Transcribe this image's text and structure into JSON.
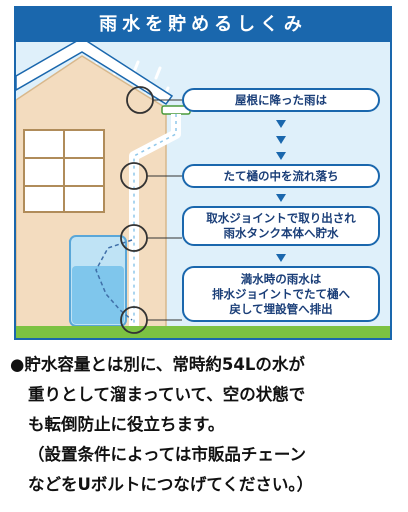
{
  "title": "雨水を貯めるしくみ",
  "steps": [
    "屋根に降った雨は",
    "たて樋の中を流れ落ち",
    "取水ジョイントで取り出され\n雨水タンク本体へ貯水",
    "満水時の雨水は\n排水ジョイントでたて樋へ\n戻して埋設管へ排出"
  ],
  "note": {
    "bullet": "●",
    "lines": [
      "貯水容量とは別に、常時約54Lの水が",
      "重りとして溜まっていて、空の状態で",
      "も転倒防止に役立ちます。",
      "（設置条件によっては市販品チェーン",
      "などをUボルトにつなげてください。）"
    ]
  },
  "colors": {
    "accent": "#1a67ad",
    "wall": "#f3dcbf",
    "sky": "#dff0fa",
    "ground": "#7cc242"
  }
}
